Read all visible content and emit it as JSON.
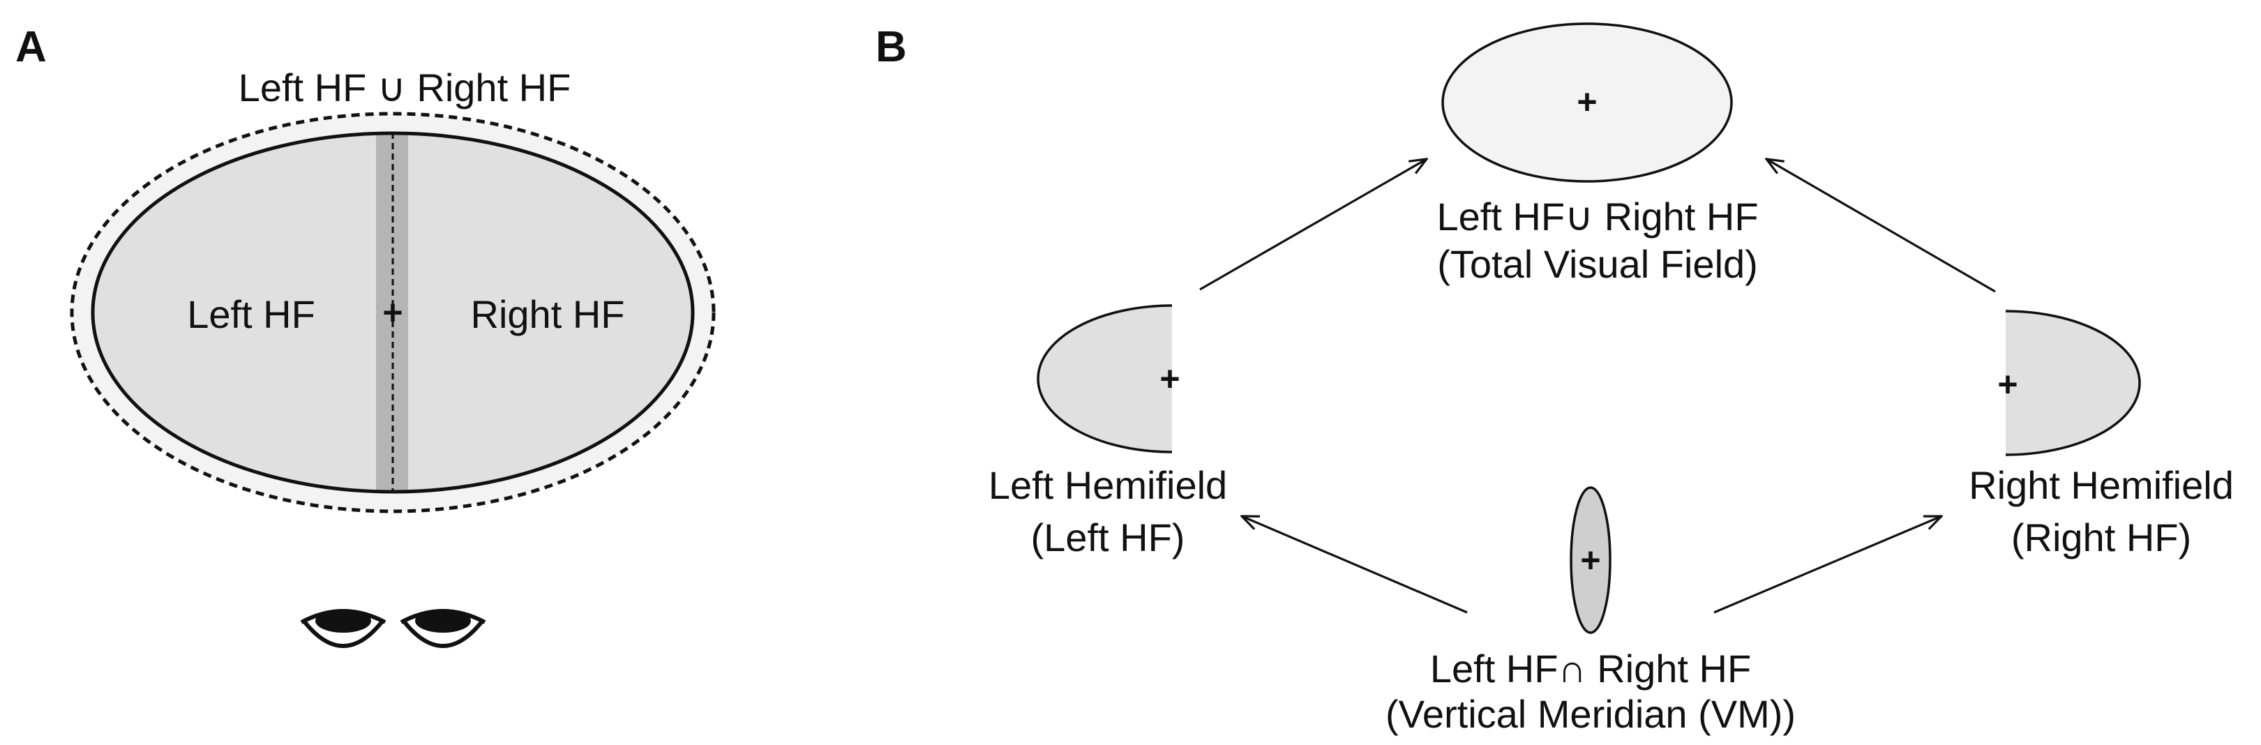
{
  "panel_a": {
    "label": "A",
    "top_label": "Left HF ∪ Right HF",
    "left_label": "Left HF",
    "right_label": "Right HF",
    "fixation": "+",
    "eyes_icon": "closed-eyes-icon"
  },
  "panel_b": {
    "label": "B",
    "union": {
      "fixation": "+",
      "line1": "Left HF∪ Right HF",
      "line2": "(Total Visual Field)"
    },
    "left": {
      "fixation": "+",
      "line1": "Left Hemifield",
      "line2": "(Left HF)"
    },
    "right": {
      "fixation": "+",
      "line1": "Right Hemifield",
      "line2": "(Right HF)"
    },
    "intersection": {
      "fixation": "+",
      "line1": "Left HF∩ Right HF",
      "line2": "(Vertical Meridian (VM))"
    }
  },
  "colors": {
    "fill_light": "#e0e0e0",
    "fill_lighter": "#f3f3f3",
    "meridian_band": "#b5b5b5",
    "stroke": "#111111"
  }
}
